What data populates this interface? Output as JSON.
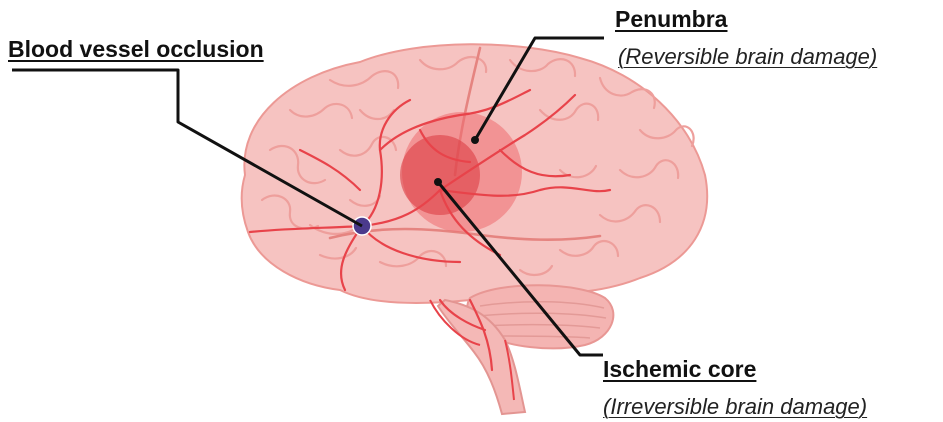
{
  "labels": {
    "occlusion": "Blood vessel  occlusion",
    "penumbra": "Penumbra",
    "penumbra_sub": "(Reversible brain damage)",
    "core": "Ischemic core",
    "core_sub": "(Irreversible brain damage)"
  },
  "colors": {
    "brain_fill": "#f6c3c1",
    "brain_fold": "#ef9f9b",
    "vessel": "#e8434a",
    "penumbra": "#ee6c6f",
    "core": "#dc3d44",
    "occlusion_dot": "#4b3a8c",
    "leader_line": "#111111"
  }
}
